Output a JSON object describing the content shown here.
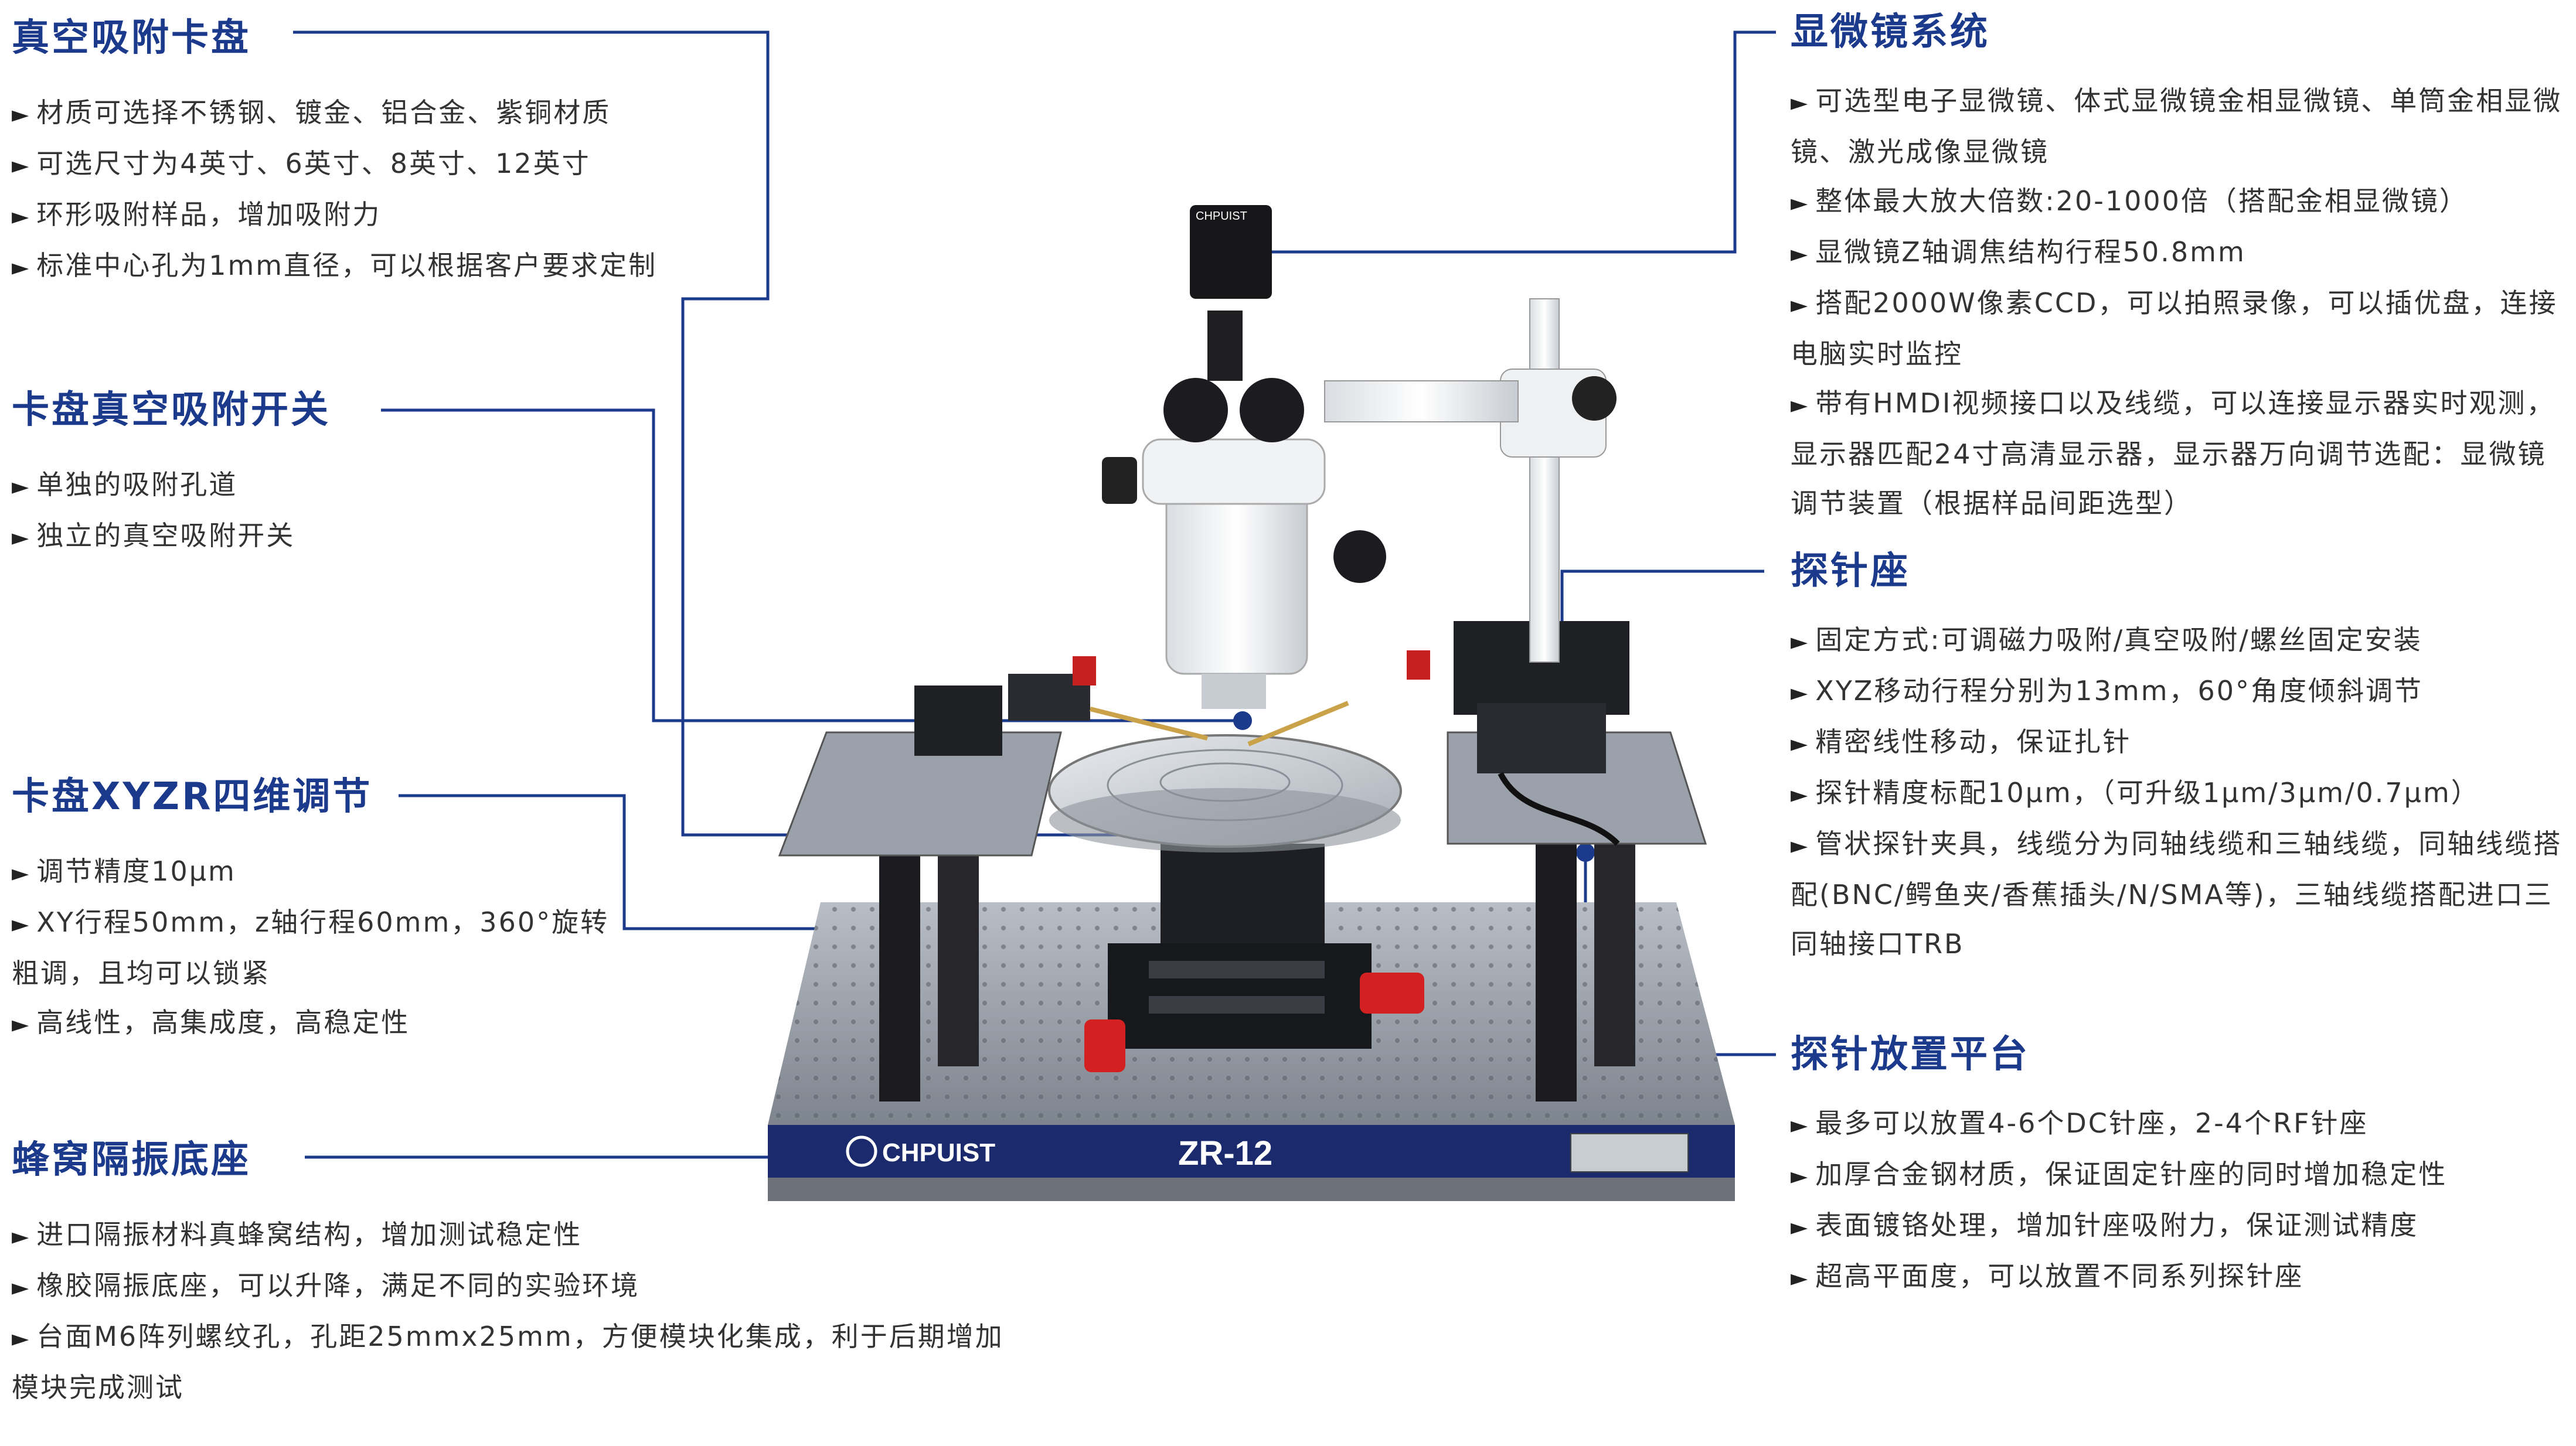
{
  "sections": {
    "chuck": {
      "title": "真空吸附卡盘",
      "items": [
        "材质可选择不锈钢、镀金、铝合金、紫铜材质",
        "可选尺寸为4英寸、6英寸、8英寸、12英寸",
        "环形吸附样品，增加吸附力",
        "标准中心孔为1mm直径，可以根据客户要求定制"
      ]
    },
    "switch": {
      "title": "卡盘真空吸附开关",
      "items": [
        "单独的吸附孔道",
        "独立的真空吸附开关"
      ]
    },
    "xyzr": {
      "title": "卡盘XYZR四维调节",
      "items": [
        "调节精度10μm",
        "XY行程50mm，z轴行程60mm，360°旋转粗调，且均可以锁紧",
        "高线性，高集成度，高稳定性"
      ]
    },
    "base": {
      "title": "蜂窝隔振底座",
      "items": [
        "进口隔振材料真蜂窝结构，增加测试稳定性",
        "橡胶隔振底座，可以升降，满足不同的实验环境",
        "台面M6阵列螺纹孔，孔距25mmx25mm，方便模块化集成，利于后期增加模块完成测试"
      ]
    },
    "microscope": {
      "title": "显微镜系统",
      "items": [
        "可选型电子显微镜、体式显微镜金相显微镜、单筒金相显微镜、激光成像显微镜",
        "整体最大放大倍数:20-1000倍（搭配金相显微镜）",
        "显微镜Z轴调焦结构行程50.8mm",
        "搭配2000W像素CCD，可以拍照录像，可以插优盘，连接电脑实时监控",
        "带有HMDI视频接口以及线缆，可以连接显示器实时观测，显示器匹配24寸高清显示器，显示器万向调节选配：显微镜调节装置（根据样品间距选型）"
      ]
    },
    "probe_seat": {
      "title": "探针座",
      "items": [
        "固定方式:可调磁力吸附/真空吸附/螺丝固定安装",
        "XYZ移动行程分别为13mm，60°角度倾斜调节",
        "精密线性移动，保证扎针",
        "探针精度标配10μm，（可升级1μm/3μm/0.7μm）",
        "管状探针夹具，线缆分为同轴线缆和三轴线缆，同轴线缆搭配(BNC/鳄鱼夹/香蕉插头/N/SMA等)，三轴线缆搭配进口三同轴接口TRB"
      ]
    },
    "platform": {
      "title": "探针放置平台",
      "items": [
        "最多可以放置4-6个DC针座，2-4个RF针座",
        "加厚合金钢材质，保证固定针座的同时增加稳定性",
        "表面镀铬处理，增加针座吸附力，保证测试精度",
        "超高平面度，可以放置不同系列探针座"
      ]
    }
  },
  "product": {
    "brand": "CHPUIST",
    "model": "ZR-12",
    "camera_brand": "CHPUIST"
  },
  "colors": {
    "accent": "#1c3a8c",
    "leader": "#1c3a8c",
    "text": "#333333"
  }
}
